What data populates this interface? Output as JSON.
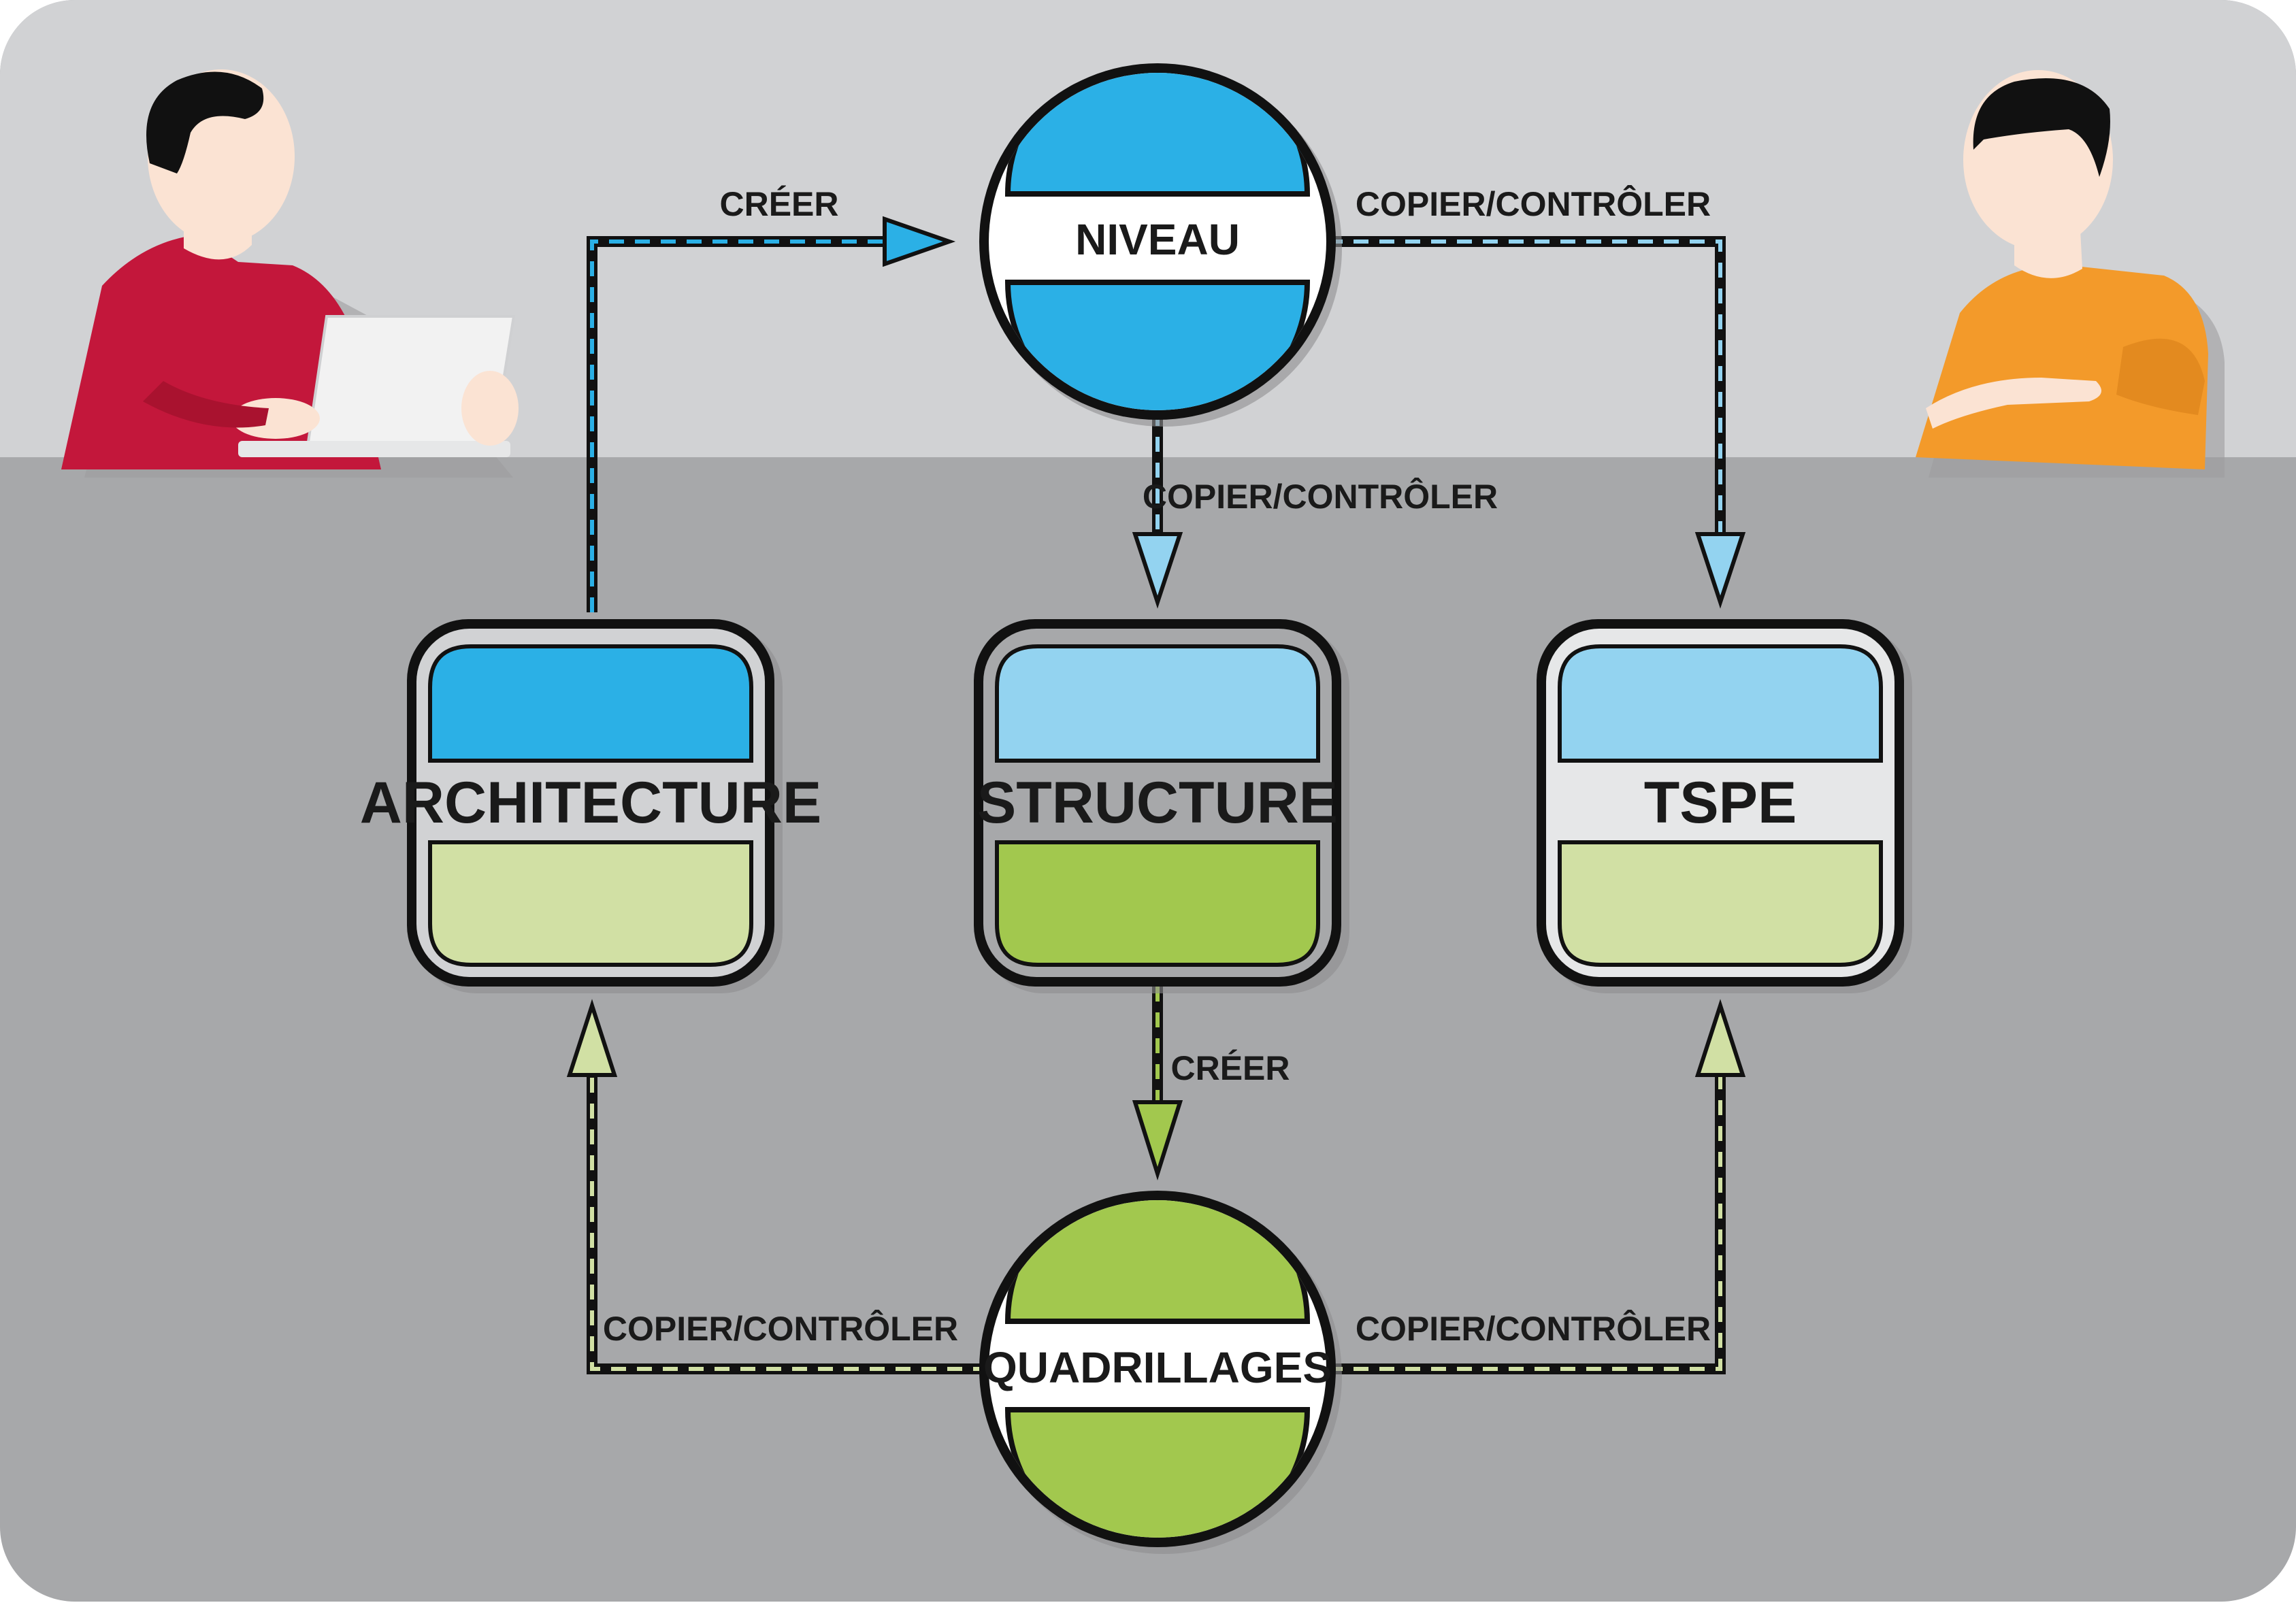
{
  "colors": {
    "blue": "#2bb0e6",
    "light_blue": "#93d3f0",
    "green": "#a2c84e",
    "light_green": "#d1e0a4",
    "red_shirt": "#c3173b",
    "orange_shirt": "#f39a2a",
    "skin": "#fbe3d3",
    "hair": "#111111"
  },
  "nodes": {
    "niveau": "NIVEAU",
    "quadrillages": "QUADRILLAGES",
    "architecture": "ARCHITECTURE",
    "structure": "STRUCTURE",
    "tspe": "TSPE"
  },
  "edges": {
    "arch_to_niveau": "CRÉER",
    "niveau_to_tspe": "COPIER/CONTRÔLER",
    "niveau_to_structure": "COPIER/CONTRÔLER",
    "structure_to_quadrillages": "CRÉER",
    "quadrillages_to_arch": "COPIER/CONTRÔLER",
    "quadrillages_to_tspe": "COPIER/CONTRÔLER"
  },
  "people": {
    "left": "person-with-laptop",
    "right": "person-gesturing"
  }
}
